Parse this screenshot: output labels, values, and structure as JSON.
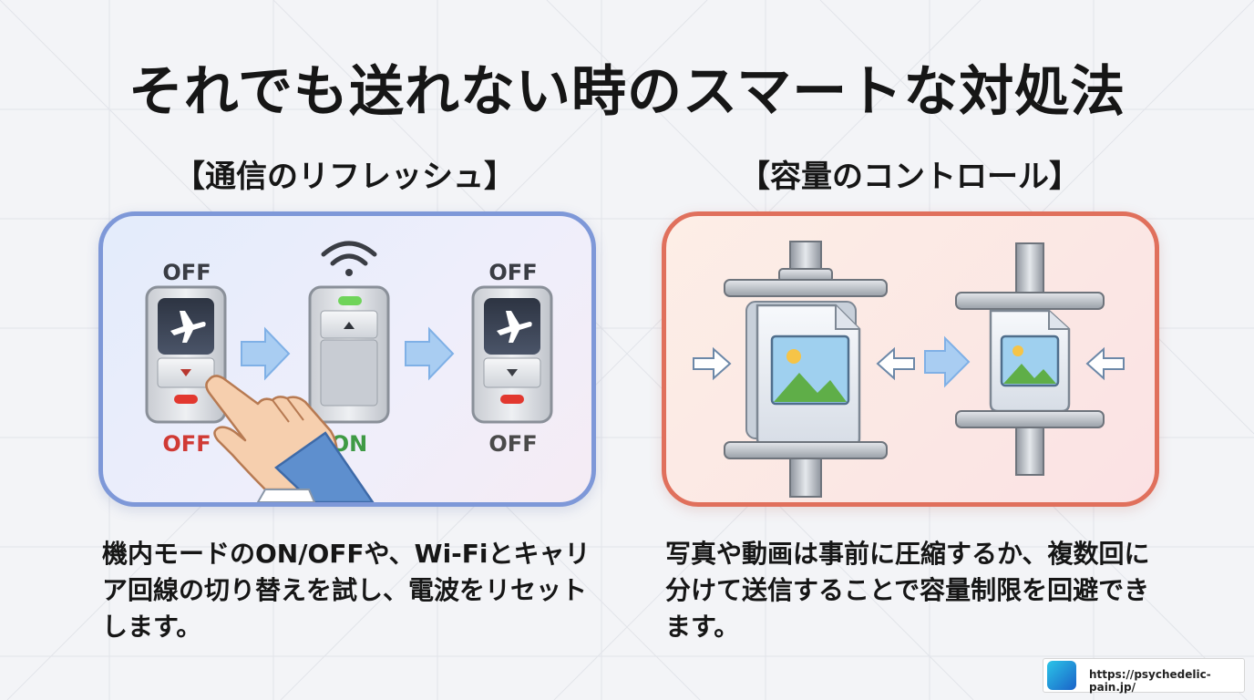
{
  "title": "それでも送れない時のスマートな対処法",
  "left": {
    "heading": "【通信のリフレッシュ】",
    "switches": [
      {
        "top_label": "OFF",
        "bottom_label": "OFF",
        "bottom_color": "#d03a35"
      },
      {
        "top_label": "",
        "bottom_label": "ON",
        "bottom_color": "#3f9a45"
      },
      {
        "top_label": "OFF",
        "bottom_label": "OFF",
        "bottom_color": "#4a4a4a"
      }
    ],
    "description": "機内モードのON/OFFや、Wi-Fiとキャリア回線の切り替えを試し、電波をリセットします。"
  },
  "right": {
    "heading": "【容量のコントロール】",
    "description": "写真や動画は事前に圧縮するか、複数回に分けて送信することで容量制限を回避できます。"
  },
  "footer": {
    "url": "https://psychedelic-pain.jp/"
  },
  "colors": {
    "left_accent": "#7e98d8",
    "right_accent": "#e0705c",
    "arrow": "#9ec4ef"
  }
}
